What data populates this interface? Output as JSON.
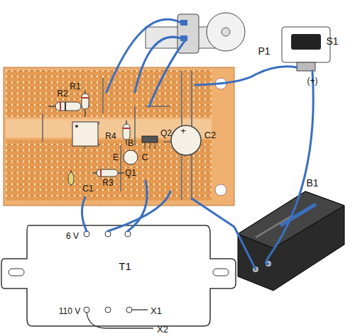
{
  "diagram": {
    "labels": [
      "P1",
      "S1",
      "(+)",
      "R2",
      "R1",
      "Q2",
      "R4",
      "B",
      "E",
      "C",
      "C2",
      "+",
      "Q1",
      "C1",
      "R3",
      "6 V",
      "T1",
      "110 V",
      "X1",
      "X2",
      "B1"
    ]
  }
}
